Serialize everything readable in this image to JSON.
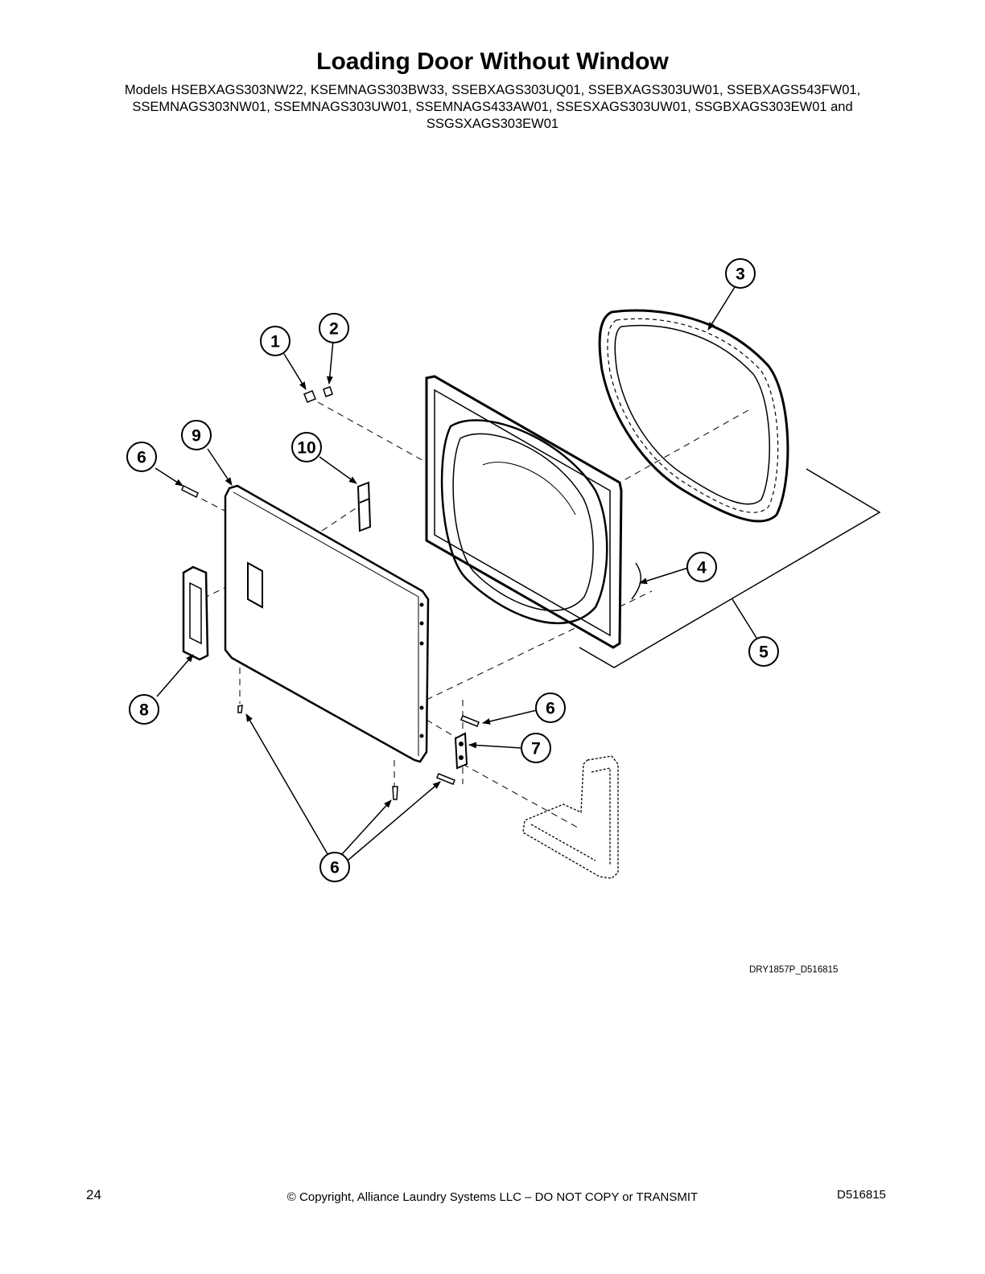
{
  "page": {
    "title": "Loading Door Without Window",
    "models_line1": "Models HSEBXAGS303NW22, KSEMNAGS303BW33, SSEBXAGS303UQ01, SSEBXAGS303UW01, SSEBXAGS543FW01,",
    "models_line2": "SSEMNAGS303NW01, SSEMNAGS303UW01, SSEMNAGS433AW01, SSESXAGS303UW01, SSGBXAGS303EW01 and",
    "models_line3": "SSGSXAGS303EW01",
    "drawing_code": "DRY1857P_D516815",
    "page_number": "24",
    "copyright": "© Copyright, Alliance Laundry Systems LLC – DO NOT COPY or TRANSMIT",
    "document_number": "D516815"
  },
  "callouts": {
    "c1": "1",
    "c2": "2",
    "c3": "3",
    "c4": "4",
    "c5": "5",
    "c6a": "6",
    "c6b": "6",
    "c6c": "6",
    "c7": "7",
    "c8": "8",
    "c9": "9",
    "c10": "10"
  }
}
